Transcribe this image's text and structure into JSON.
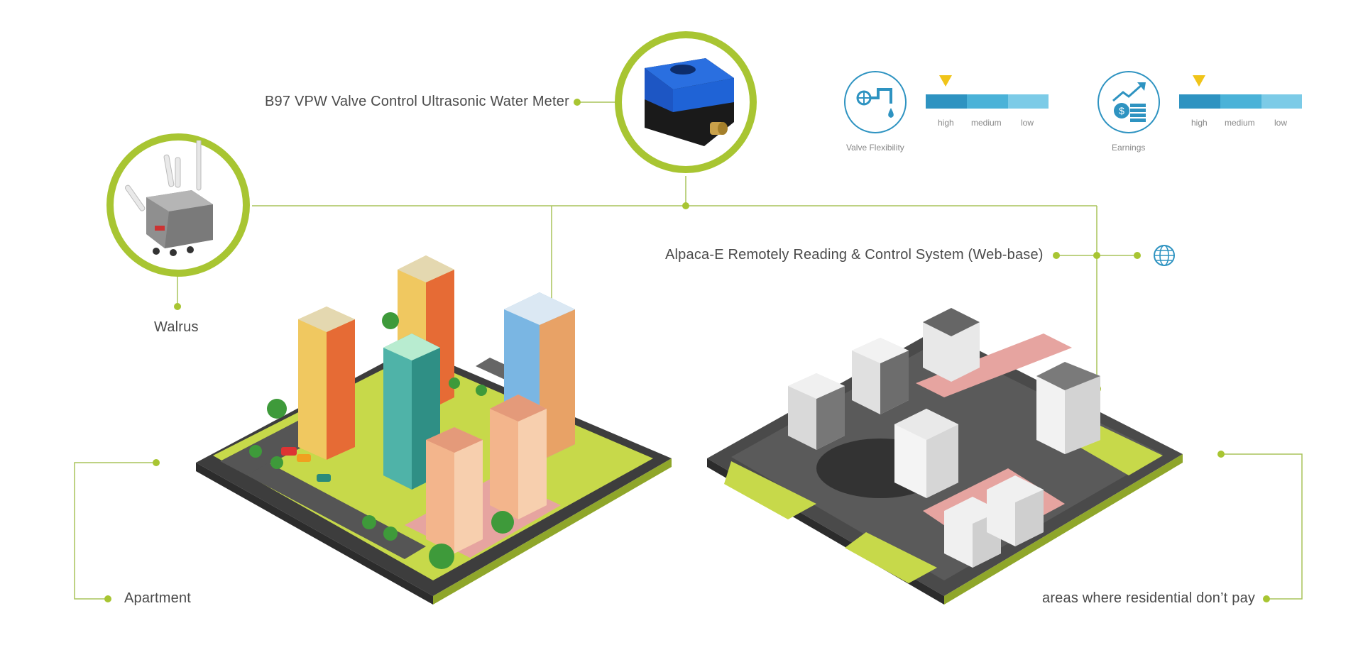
{
  "colors": {
    "accent_green": "#a8c532",
    "line_green": "#9bbb3a",
    "blue_dark": "#2e93c1",
    "blue_mid": "#4ab2d8",
    "blue_light": "#7ccbe7",
    "marker_yellow": "#f0c419"
  },
  "labels": {
    "meter": "B97 VPW Valve Control Ultrasonic Water Meter",
    "gateway": "Walrus",
    "system": "Alpaca-E Remotely Reading & Control System (Web-base)",
    "apartment": "Apartment",
    "areas": "areas where residential don’t pay"
  },
  "metrics": [
    {
      "name": "Valve Flexibility",
      "icon": "valve-tap-icon",
      "levels": [
        "high",
        "medium",
        "low"
      ],
      "selected": "high"
    },
    {
      "name": "Earnings",
      "icon": "coins-growth-icon",
      "levels": [
        "high",
        "medium",
        "low"
      ],
      "selected": "high"
    }
  ],
  "icons": {
    "globe": "globe-icon",
    "meter_image": "water-meter-device",
    "gateway_image": "outdoor-gateway-device"
  }
}
